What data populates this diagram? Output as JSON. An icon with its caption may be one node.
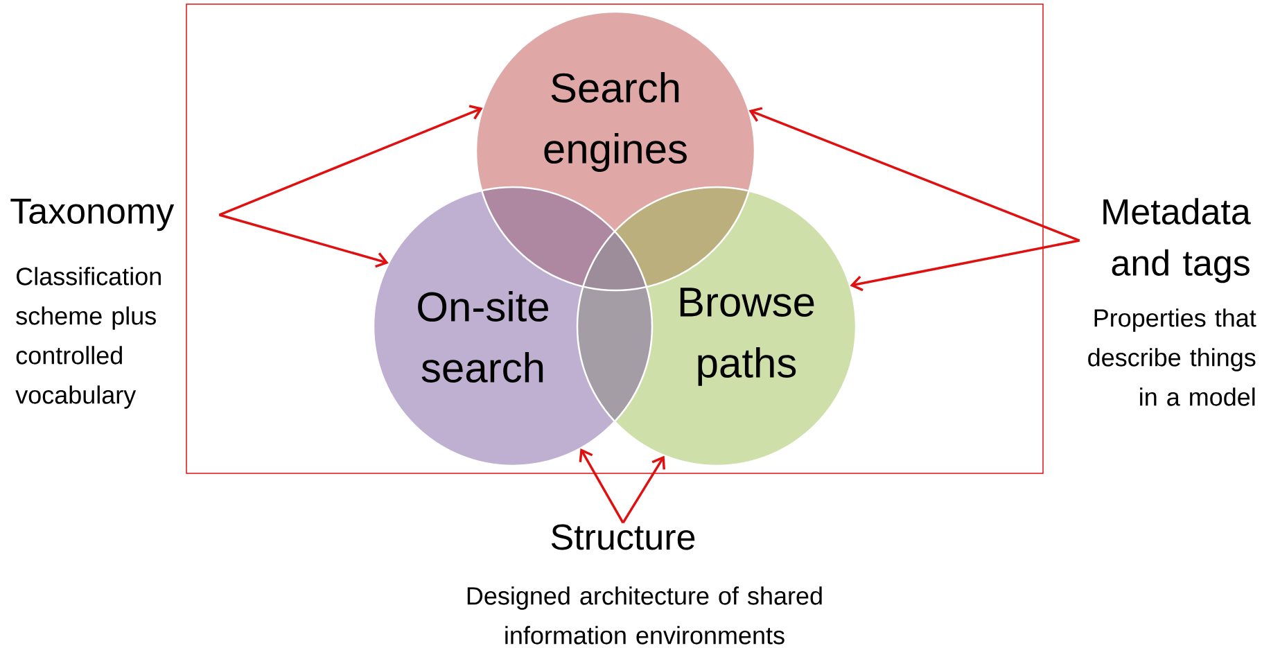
{
  "diagram": {
    "nodes": [
      {
        "text": [
          "Search engines"
        ]
      },
      {
        "text": [
          "On-site search"
        ]
      },
      {
        "text": [
          "Browse paths"
        ]
      },
      {
        "text": [
          "Taxonomy",
          "Classification scheme plus controlled vocabulary"
        ]
      },
      {
        "text": [
          "Metadata and tags",
          "Properties that describe things in a model"
        ]
      },
      {
        "text": [
          "Structure",
          "Designed architecture of shared information environments"
        ]
      }
    ],
    "edges": [
      {
        "from": 3,
        "to": 0,
        "arrow": "to"
      },
      {
        "from": 3,
        "to": 1,
        "arrow": "to"
      },
      {
        "from": 4,
        "to": 0,
        "arrow": "to"
      },
      {
        "from": 4,
        "to": 2,
        "arrow": "to"
      },
      {
        "from": 5,
        "to": 1,
        "arrow": "to"
      },
      {
        "from": 5,
        "to": 2,
        "arrow": "to"
      }
    ]
  }
}
